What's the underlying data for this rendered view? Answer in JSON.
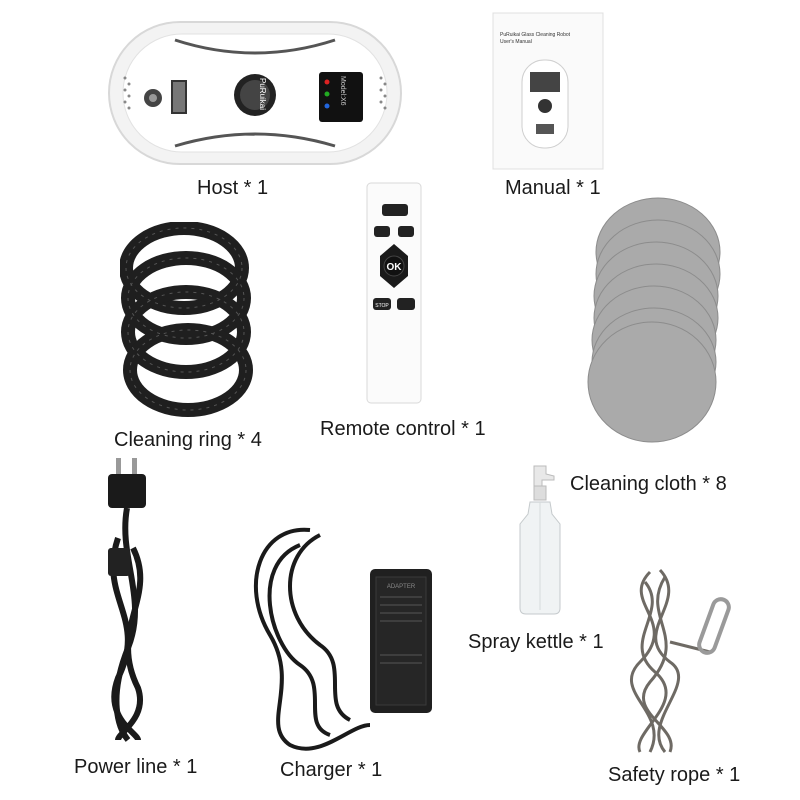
{
  "items": {
    "host": {
      "label": "Host * 1",
      "brand": "PuRuikai",
      "model": "Model:X6"
    },
    "manual": {
      "label": "Manual * 1",
      "title": "PuRuikai Glass Cleaning Robot",
      "subtitle": "User's Manual"
    },
    "remote": {
      "label": "Remote control * 1",
      "ok": "OK",
      "stop": "STOP"
    },
    "ring": {
      "label": "Cleaning ring * 4"
    },
    "cloth": {
      "label": "Cleaning cloth * 8"
    },
    "spray": {
      "label": "Spray kettle * 1"
    },
    "power": {
      "label": "Power line * 1"
    },
    "charger": {
      "label": "Charger * 1",
      "brand": "ADAPTER"
    },
    "rope": {
      "label": "Safety rope * 1"
    }
  },
  "colors": {
    "device_white": "#f4f4f4",
    "dark": "#1c1c1c",
    "cloth_gray": "#a9a9a9",
    "rope_gray": "#6e6a64"
  }
}
